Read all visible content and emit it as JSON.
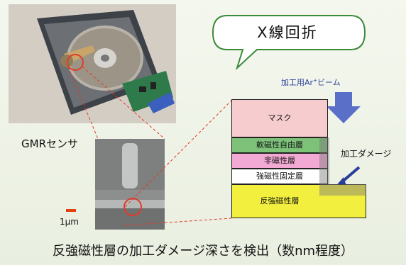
{
  "callout": {
    "title": "X線回折"
  },
  "beam": {
    "label_pre": "加工用Ar",
    "label_sup": "+",
    "label_post": "ビーム"
  },
  "layers": {
    "mask": "マスク",
    "soft_magnetic": "軟磁性自由層",
    "nonmagnetic": "非磁性層",
    "pinned": "強磁性固定層",
    "antiferromagnetic": "反強磁性層"
  },
  "damage_label": "加工ダメージ",
  "gmr_label": "GMRセンサ",
  "scale_label": "1μm",
  "caption": "反強磁性層の加工ダメージ深さを検出（数nm程度）",
  "colors": {
    "mask": "#f6cccf",
    "soft_magnetic": "#7ec27a",
    "nonmagnetic": "#f2a9d4",
    "pinned": "#ffffff",
    "antiferromagnetic": "#f2ef3e",
    "beam_arrow": "#5a6fc8",
    "guide_lines": "#e23b2a"
  }
}
